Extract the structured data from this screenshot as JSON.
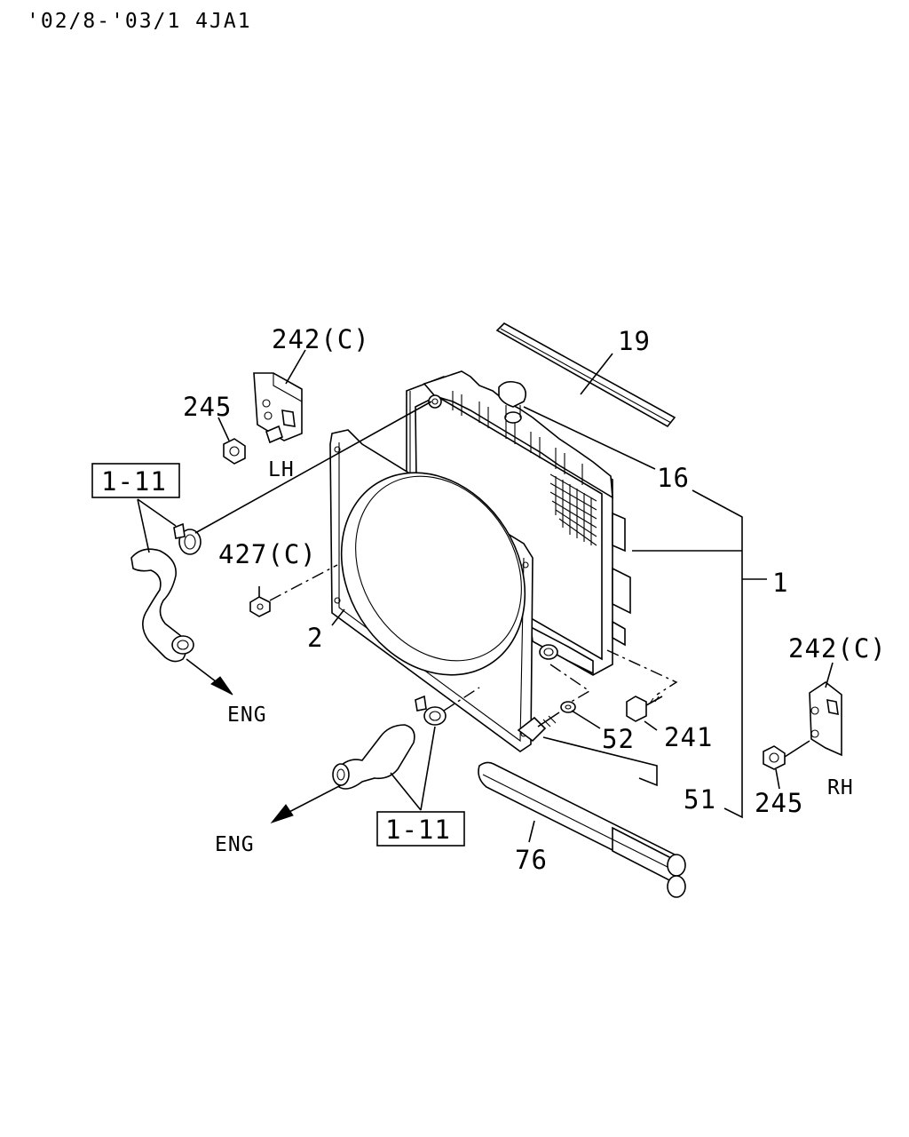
{
  "header": "'02/8-'03/1 4JA1",
  "labels": {
    "p242c_lh": "242(C)",
    "p245_lh": "245",
    "lh": "LH",
    "ref_1_11_upper": "1-11",
    "p427c": "427(C)",
    "p2": "2",
    "eng_upper": "ENG",
    "p19": "19",
    "p16": "16",
    "p1": "1",
    "p242c_rh": "242(C)",
    "p241": "241",
    "p52": "52",
    "p51": "51",
    "p245_rh": "245",
    "rh": "RH",
    "p76": "76",
    "ref_1_11_lower": "1-11",
    "eng_lower": "ENG"
  }
}
